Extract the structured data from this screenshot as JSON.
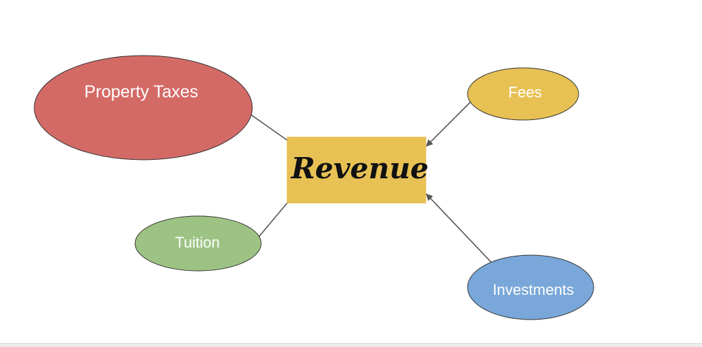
{
  "diagram": {
    "center": {
      "label": "Revenue",
      "color": "#e8c154"
    },
    "nodes": [
      {
        "id": "property-taxes",
        "label": "Property Taxes",
        "color": "#d46a66"
      },
      {
        "id": "fees",
        "label": "Fees",
        "color": "#e8c154"
      },
      {
        "id": "tuition",
        "label": "Tuition",
        "color": "#9dc384"
      },
      {
        "id": "investments",
        "label": "Investments",
        "color": "#79a7d9"
      }
    ],
    "arrow_color": "#555555"
  }
}
